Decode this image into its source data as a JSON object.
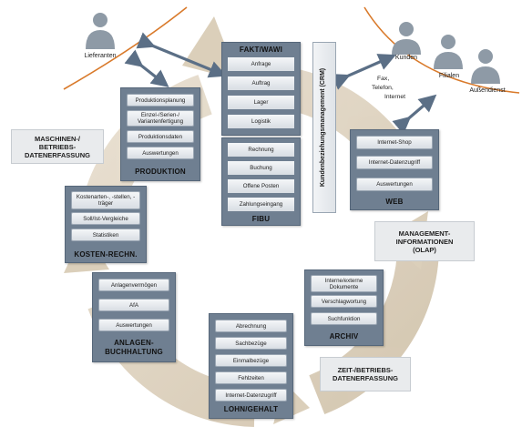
{
  "colors": {
    "module_bg": "#6f7f91",
    "ring": "#d9cbb4",
    "arc": "#d97a2b",
    "arrow": "#5b6f86",
    "label_box": "#e9ebed"
  },
  "people": {
    "lieferanten": "Lieferanten",
    "kunden": "Kunden",
    "filialen": "Filialen",
    "aussendienst": "Außendienst"
  },
  "channel_label": [
    "Fax,",
    "Telefon,",
    "Internet"
  ],
  "modules": {
    "fakt_wawi": {
      "title": "FAKT/WAWI",
      "items": [
        "Anfrage",
        "Auftrag",
        "Lager",
        "Logistik"
      ]
    },
    "fibu": {
      "title": "FIBU",
      "items": [
        "Rechnung",
        "Buchung",
        "Offene Posten",
        "Zahlungseingang"
      ]
    },
    "crm": {
      "title": "Kundenbeziehungsmanagement (CRM)"
    },
    "produktion": {
      "title": "PRODUKTION",
      "items": [
        "Produktionsplanung",
        "Einzel-/Serien-/ Variantenfertigung",
        "Produktionsdaten",
        "Auswertungen"
      ]
    },
    "web": {
      "title": "WEB",
      "items": [
        "Internet-Shop",
        "Internet-Datenzugriff",
        "Auswertungen"
      ]
    },
    "kostenrechnung": {
      "title": "KOSTEN-RECHN.",
      "items": [
        "Kostenarten-, -stellen, -träger",
        "Soll/Ist-Vergleiche",
        "Statistiken"
      ]
    },
    "anlagenbuchhaltung": {
      "title_line1": "ANLAGEN-",
      "title_line2": "BUCHHALTUNG",
      "items": [
        "Anlagenvermögen",
        "AfA",
        "Auswertungen"
      ]
    },
    "lohn_gehalt": {
      "title": "LOHN/GEHALT",
      "items": [
        "Abrechnung",
        "Sachbezüge",
        "Einmalbezüge",
        "Fehlzeiten",
        "Internet-Datenzugriff"
      ]
    },
    "archiv": {
      "title": "ARCHIV",
      "items": [
        "Interne/externe Dokumente",
        "Verschlagwortung",
        "Suchfunktion"
      ]
    }
  },
  "labels": {
    "maschinen": [
      "MASCHINEN-/",
      "BETRIEBS-",
      "DATENERFASSUNG"
    ],
    "management": [
      "MANAGEMENT-",
      "INFORMATIONEN",
      "(OLAP)"
    ],
    "zeit": [
      "ZEIT-/BETRIEBS-",
      "DATENERFASSUNG"
    ]
  }
}
